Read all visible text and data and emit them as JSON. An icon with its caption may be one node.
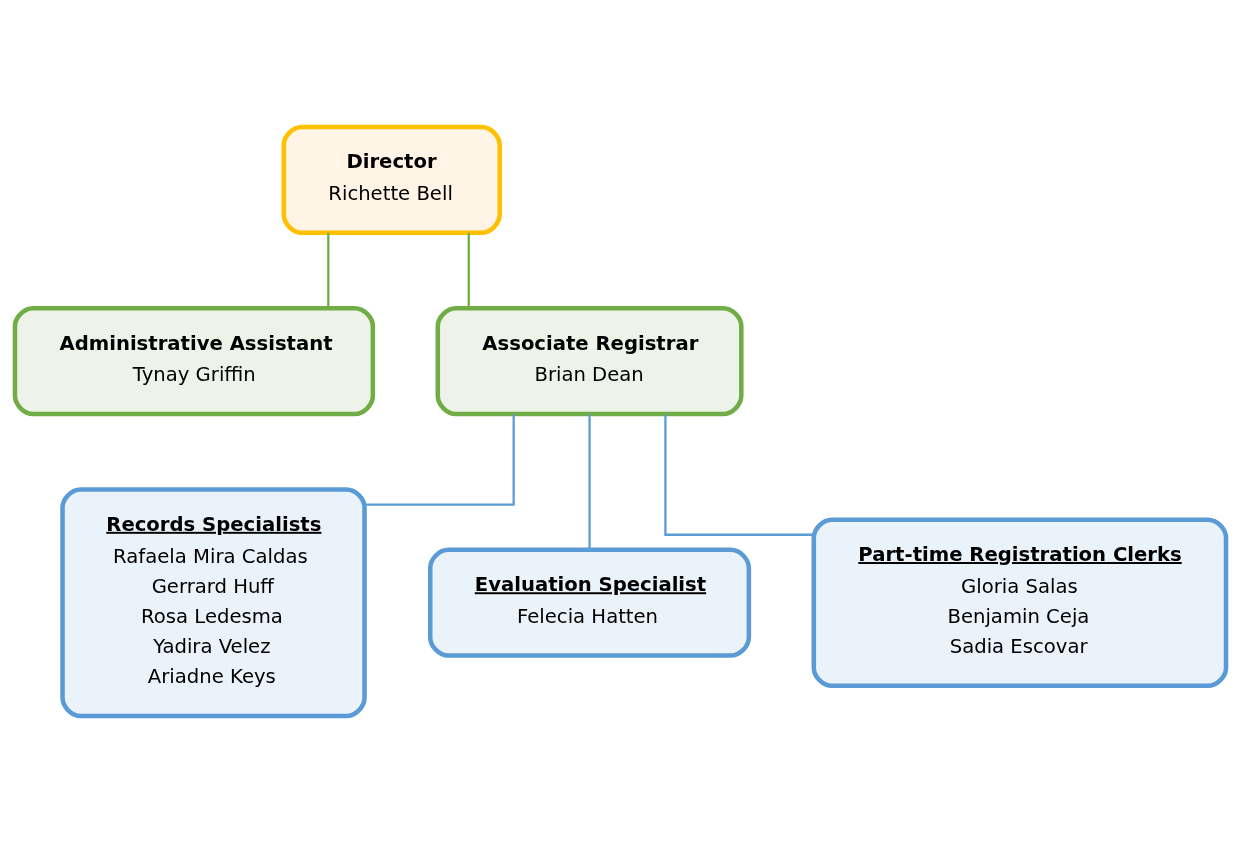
{
  "diagram": {
    "nodes": [
      {
        "text": [
          "Director",
          "Richette Bell"
        ]
      },
      {
        "text": [
          "Administrative Assistant",
          "Tynay Griffin"
        ]
      },
      {
        "text": [
          "Associate Registrar",
          "Brian Dean"
        ]
      },
      {
        "text": [
          "Records Specialists",
          "Rafaela Mira Caldas",
          "Gerrard Huff",
          "Rosa Ledesma",
          "Yadira Velez",
          "Ariadne Keys"
        ]
      },
      {
        "text": [
          "Evaluation Specialist",
          "Felecia Hatten"
        ]
      },
      {
        "text": [
          "Part-time Registration Clerks",
          "Gloria Salas",
          "Benjamin Ceja",
          "Sadia Escovar"
        ]
      }
    ],
    "edges": [
      {
        "from": 0,
        "to": 1,
        "arrow": "none",
        "color": "#70ad47"
      },
      {
        "from": 0,
        "to": 2,
        "arrow": "none",
        "color": "#70ad47"
      },
      {
        "from": 2,
        "to": 3,
        "arrow": "none"
      },
      {
        "from": 2,
        "to": 4,
        "arrow": "none"
      },
      {
        "from": 2,
        "to": 5,
        "arrow": "none"
      }
    ]
  }
}
